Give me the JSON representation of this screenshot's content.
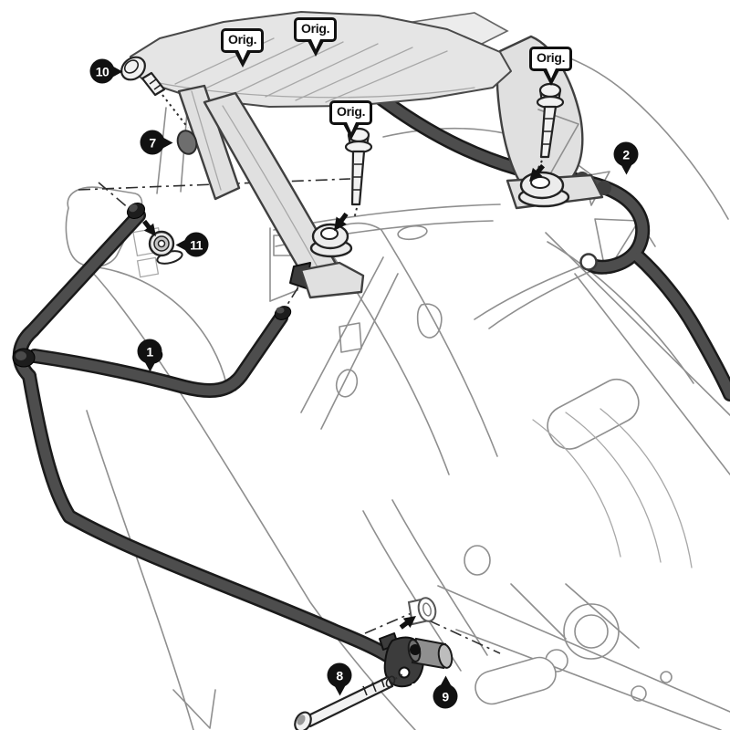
{
  "diagram": {
    "type": "motorcycle-side-case-rack-assembly-instruction",
    "background_color": "#ffffff",
    "colors": {
      "outline_thin": "#8f8f8f",
      "part_outline": "#222222",
      "plate_fill": "#e5e5e5",
      "rack_tube_fill": "#4d4d4d",
      "rack_tube_edge": "#1a1a1a",
      "marker_bg": "#111111",
      "marker_text": "#ffffff",
      "label_bg": "#ffffff",
      "label_border": "#111111",
      "label_text": "#111111"
    },
    "orig_labels": [
      {
        "text": "Orig."
      },
      {
        "text": "Orig."
      },
      {
        "text": "Orig."
      },
      {
        "text": "Orig."
      }
    ],
    "part_markers": [
      {
        "number": "10",
        "tail": "right"
      },
      {
        "number": "7",
        "tail": "right"
      },
      {
        "number": "11",
        "tail": "left"
      },
      {
        "number": "1",
        "tail": "down"
      },
      {
        "number": "2",
        "tail": "down"
      },
      {
        "number": "8",
        "tail": "down"
      },
      {
        "number": "9",
        "tail": "up"
      }
    ],
    "icons": {
      "assembly_arrow": "filled-black-arrow",
      "marker_balloon": "black-circle-pointer",
      "orig_callout": "speech-bubble-box"
    }
  }
}
